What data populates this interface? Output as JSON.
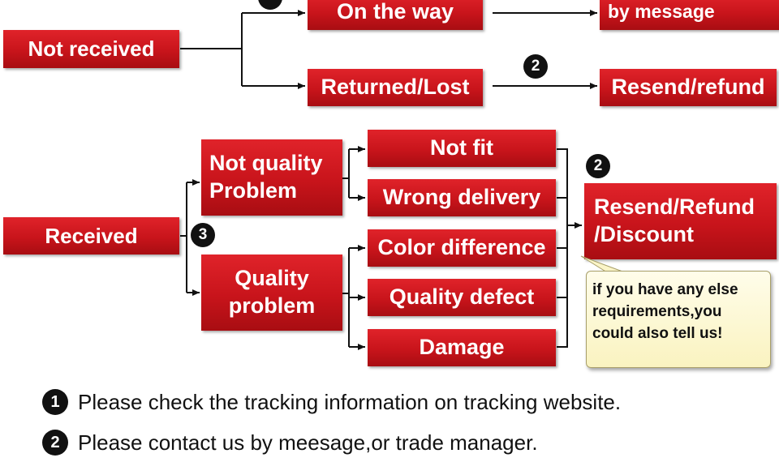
{
  "boxes": {
    "not_received": "Not received",
    "on_the_way": "On the way",
    "by_message": "by message",
    "returned_lost": "Returned/Lost",
    "resend_refund": "Resend/refund",
    "not_quality_problem_1": "Not quality",
    "not_quality_problem_2": "Problem",
    "not_fit": "Not fit",
    "wrong_delivery": "Wrong delivery",
    "received": "Received",
    "quality_problem_1": "Quality",
    "quality_problem_2": "problem",
    "color_difference": "Color difference",
    "quality_defect": "Quality defect",
    "damage": "Damage",
    "resend_refund_discount_1": "Resend/Refund",
    "resend_refund_discount_2": "/Discount"
  },
  "badges": {
    "two_top": "2",
    "two_mid": "2",
    "three": "3"
  },
  "callout": {
    "line1": "if you have any else",
    "line2": "requirements,you",
    "line3": "could also tell us!"
  },
  "notes": [
    {
      "num": "1",
      "text": "Please check the tracking information on tracking website."
    },
    {
      "num": "2",
      "text": "Please contact us by meesage,or trade manager."
    }
  ]
}
